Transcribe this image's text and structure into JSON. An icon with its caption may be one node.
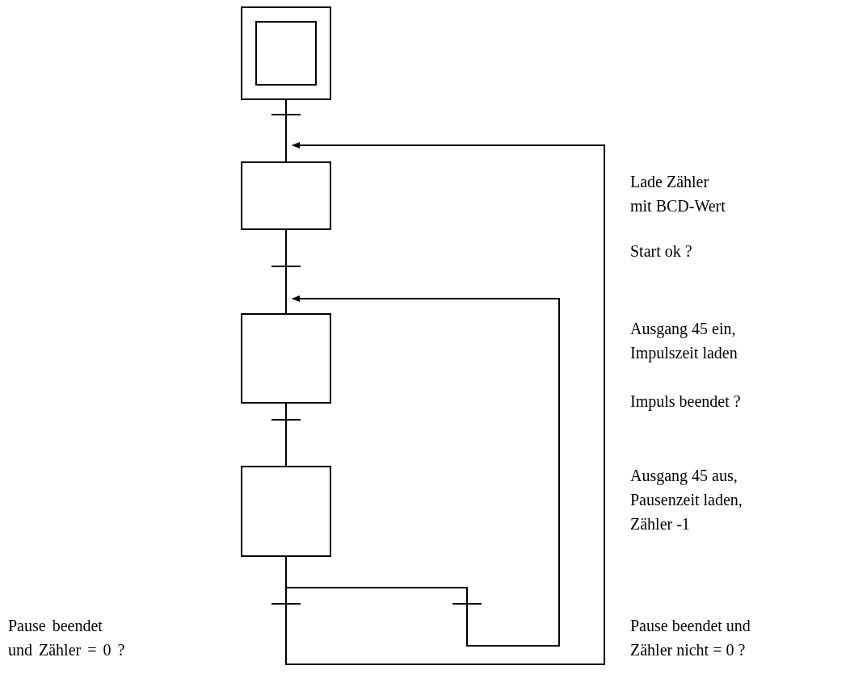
{
  "diagram": {
    "nodes": [
      {
        "text": [],
        "shape": "box"
      },
      {
        "text": [],
        "shape": "box"
      },
      {
        "text": [],
        "shape": "box"
      },
      {
        "text": [],
        "shape": "box"
      }
    ],
    "edges": [
      {
        "from": 0,
        "to": 1,
        "arrow": "none"
      },
      {
        "from": 1,
        "to": 2,
        "arrow": "none"
      },
      {
        "from": 2,
        "to": 3,
        "arrow": "none"
      },
      {
        "from": 3,
        "to": 1,
        "arrow": "to"
      },
      {
        "from": 3,
        "to": 2,
        "arrow": "to"
      }
    ],
    "labels": [
      "Lade Zähler mit BCD-Wert",
      "Start ok ?",
      "Ausgang 45 ein, Impulszeit laden",
      "Impuls beendet ?",
      "Ausgang 45 aus, Pausenzeit laden, Zähler -1",
      "Pause beendet und Zähler = 0 ?",
      "Pause beendet und Zähler nicht = 0 ?"
    ]
  }
}
